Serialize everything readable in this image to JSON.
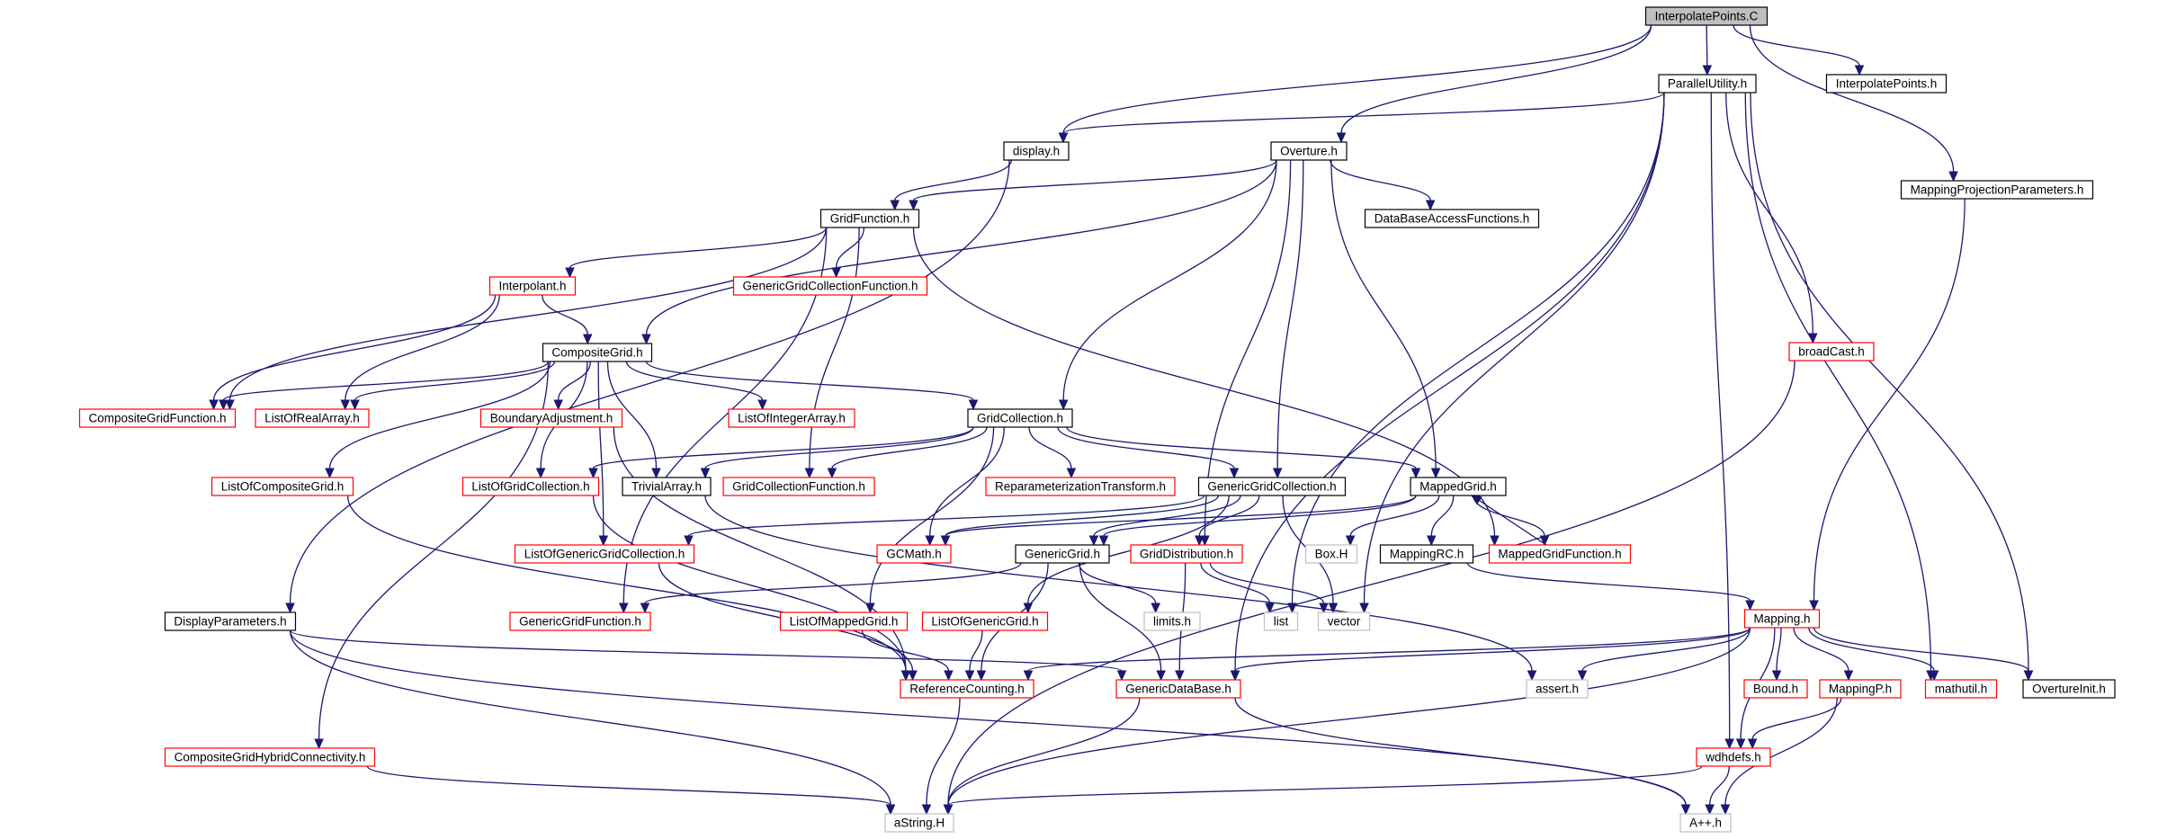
{
  "colors": {
    "edge": "#191970",
    "border_ok": "#000000",
    "border_red": "#ff0000",
    "border_gray": "#bfbfbf",
    "root_fill": "#bfbfbf",
    "node_fill": "#ffffff"
  },
  "graph": {
    "nodes": [
      {
        "id": "interpolatepoints_c",
        "label": "InterpolatePoints.C",
        "style": "root"
      },
      {
        "id": "parallelutility_h",
        "label": "ParallelUtility.h",
        "style": "ok"
      },
      {
        "id": "interpolatepoints_h",
        "label": "InterpolatePoints.h",
        "style": "ok"
      },
      {
        "id": "display_h",
        "label": "display.h",
        "style": "ok"
      },
      {
        "id": "overture_h",
        "label": "Overture.h",
        "style": "ok"
      },
      {
        "id": "mappingprojectionparameters_h",
        "label": "MappingProjectionParameters.h",
        "style": "ok"
      },
      {
        "id": "gridfunction_h",
        "label": "GridFunction.h",
        "style": "ok"
      },
      {
        "id": "databaseaccessfunctions_h",
        "label": "DataBaseAccessFunctions.h",
        "style": "ok"
      },
      {
        "id": "interpolant_h",
        "label": "Interpolant.h",
        "style": "red"
      },
      {
        "id": "genericgridcollectionfunction_h",
        "label": "GenericGridCollectionFunction.h",
        "style": "red"
      },
      {
        "id": "broadcast_h",
        "label": "broadCast.h",
        "style": "red"
      },
      {
        "id": "compositegrid_h",
        "label": "CompositeGrid.h",
        "style": "ok"
      },
      {
        "id": "compositegridfunction_h",
        "label": "CompositeGridFunction.h",
        "style": "red"
      },
      {
        "id": "listofrealarray_h",
        "label": "ListOfRealArray.h",
        "style": "red"
      },
      {
        "id": "boundaryadjustment_h",
        "label": "BoundaryAdjustment.h",
        "style": "red"
      },
      {
        "id": "listofintegerarray_h",
        "label": "ListOfIntegerArray.h",
        "style": "red"
      },
      {
        "id": "gridcollection_h",
        "label": "GridCollection.h",
        "style": "ok"
      },
      {
        "id": "listofcompositegrid_h",
        "label": "ListOfCompositeGrid.h",
        "style": "red"
      },
      {
        "id": "listofgridcollection_h",
        "label": "ListOfGridCollection.h",
        "style": "red"
      },
      {
        "id": "trivialarray_h",
        "label": "TrivialArray.h",
        "style": "ok"
      },
      {
        "id": "gridcollectionfunction_h",
        "label": "GridCollectionFunction.h",
        "style": "red"
      },
      {
        "id": "reparameterizationtransform_h",
        "label": "ReparameterizationTransform.h",
        "style": "red"
      },
      {
        "id": "genericgridcollection_h",
        "label": "GenericGridCollection.h",
        "style": "ok"
      },
      {
        "id": "mappedgrid_h",
        "label": "MappedGrid.h",
        "style": "ok"
      },
      {
        "id": "listofgenericgridcollection_h",
        "label": "ListOfGenericGridCollection.h",
        "style": "red"
      },
      {
        "id": "gcmath_h",
        "label": "GCMath.h",
        "style": "red"
      },
      {
        "id": "genericgrid_h",
        "label": "GenericGrid.h",
        "style": "ok"
      },
      {
        "id": "griddistribution_h",
        "label": "GridDistribution.h",
        "style": "red"
      },
      {
        "id": "box_h",
        "label": "Box.H",
        "style": "gray"
      },
      {
        "id": "mappingrc_h",
        "label": "MappingRC.h",
        "style": "ok"
      },
      {
        "id": "mappedgridfunction_h",
        "label": "MappedGridFunction.h",
        "style": "red"
      },
      {
        "id": "genericgridfunction_h",
        "label": "GenericGridFunction.h",
        "style": "red"
      },
      {
        "id": "displayparameters_h",
        "label": "DisplayParameters.h",
        "style": "ok"
      },
      {
        "id": "listofmappedgrid_h",
        "label": "ListOfMappedGrid.h",
        "style": "red"
      },
      {
        "id": "listofgenericgrid_h",
        "label": "ListOfGenericGrid.h",
        "style": "red"
      },
      {
        "id": "limits_h",
        "label": "limits.h",
        "style": "gray"
      },
      {
        "id": "list",
        "label": "list",
        "style": "gray"
      },
      {
        "id": "vector",
        "label": "vector",
        "style": "gray"
      },
      {
        "id": "mapping_h",
        "label": "Mapping.h",
        "style": "red"
      },
      {
        "id": "referencecounting_h",
        "label": "ReferenceCounting.h",
        "style": "red"
      },
      {
        "id": "genericdatabase_h",
        "label": "GenericDataBase.h",
        "style": "red"
      },
      {
        "id": "assert_h",
        "label": "assert.h",
        "style": "gray"
      },
      {
        "id": "bound_h",
        "label": "Bound.h",
        "style": "red"
      },
      {
        "id": "mappingp_h",
        "label": "MappingP.h",
        "style": "red"
      },
      {
        "id": "mathutil_h",
        "label": "mathutil.h",
        "style": "red"
      },
      {
        "id": "overtureinit_h",
        "label": "OvertureInit.h",
        "style": "ok"
      },
      {
        "id": "compositegridhybridconnectivity_h",
        "label": "CompositeGridHybridConnectivity.h",
        "style": "red"
      },
      {
        "id": "wdhdefs_h",
        "label": "wdhdefs.h",
        "style": "red"
      },
      {
        "id": "astring_h",
        "label": "aString.H",
        "style": "gray"
      },
      {
        "id": "aplusplus_h",
        "label": "A++.h",
        "style": "gray"
      }
    ],
    "edges": [
      [
        "interpolatepoints_c",
        "parallelutility_h"
      ],
      [
        "interpolatepoints_c",
        "interpolatepoints_h"
      ],
      [
        "interpolatepoints_c",
        "display_h"
      ],
      [
        "interpolatepoints_c",
        "overture_h"
      ],
      [
        "interpolatepoints_c",
        "mappingprojectionparameters_h"
      ],
      [
        "parallelutility_h",
        "display_h"
      ],
      [
        "parallelutility_h",
        "broadcast_h"
      ],
      [
        "parallelutility_h",
        "list"
      ],
      [
        "parallelutility_h",
        "vector"
      ],
      [
        "parallelutility_h",
        "genericdatabase_h"
      ],
      [
        "parallelutility_h",
        "mathutil_h"
      ],
      [
        "parallelutility_h",
        "overtureinit_h"
      ],
      [
        "parallelutility_h",
        "wdhdefs_h"
      ],
      [
        "display_h",
        "gridfunction_h"
      ],
      [
        "display_h",
        "displayparameters_h"
      ],
      [
        "overture_h",
        "gridfunction_h"
      ],
      [
        "overture_h",
        "databaseaccessfunctions_h"
      ],
      [
        "overture_h",
        "compositegrid_h"
      ],
      [
        "overture_h",
        "gridcollection_h"
      ],
      [
        "overture_h",
        "genericgridcollection_h"
      ],
      [
        "overture_h",
        "mappedgrid_h"
      ],
      [
        "overture_h",
        "griddistribution_h"
      ],
      [
        "mappingprojectionparameters_h",
        "mapping_h"
      ],
      [
        "gridfunction_h",
        "interpolant_h"
      ],
      [
        "gridfunction_h",
        "genericgridcollectionfunction_h"
      ],
      [
        "gridfunction_h",
        "compositegridfunction_h"
      ],
      [
        "gridfunction_h",
        "genericgridfunction_h"
      ],
      [
        "gridfunction_h",
        "gridcollectionfunction_h"
      ],
      [
        "gridfunction_h",
        "mappedgridfunction_h"
      ],
      [
        "interpolant_h",
        "compositegrid_h"
      ],
      [
        "interpolant_h",
        "compositegridfunction_h"
      ],
      [
        "interpolant_h",
        "listofrealarray_h"
      ],
      [
        "broadcast_h",
        "astring_h"
      ],
      [
        "compositegrid_h",
        "compositegridfunction_h"
      ],
      [
        "compositegrid_h",
        "listofrealarray_h"
      ],
      [
        "compositegrid_h",
        "boundaryadjustment_h"
      ],
      [
        "compositegrid_h",
        "listofintegerarray_h"
      ],
      [
        "compositegrid_h",
        "gridcollection_h"
      ],
      [
        "compositegrid_h",
        "listofcompositegrid_h"
      ],
      [
        "compositegrid_h",
        "listofgridcollection_h"
      ],
      [
        "compositegrid_h",
        "trivialarray_h"
      ],
      [
        "compositegrid_h",
        "listofgenericgridcollection_h"
      ],
      [
        "compositegrid_h",
        "compositegridhybridconnectivity_h"
      ],
      [
        "boundaryadjustment_h",
        "referencecounting_h"
      ],
      [
        "gridcollection_h",
        "listofgridcollection_h"
      ],
      [
        "gridcollection_h",
        "trivialarray_h"
      ],
      [
        "gridcollection_h",
        "gridcollectionfunction_h"
      ],
      [
        "gridcollection_h",
        "reparameterizationtransform_h"
      ],
      [
        "gridcollection_h",
        "genericgridcollection_h"
      ],
      [
        "gridcollection_h",
        "mappedgrid_h"
      ],
      [
        "gridcollection_h",
        "gcmath_h"
      ],
      [
        "gridcollection_h",
        "listofmappedgrid_h"
      ],
      [
        "listofcompositegrid_h",
        "referencecounting_h"
      ],
      [
        "listofgridcollection_h",
        "referencecounting_h"
      ],
      [
        "trivialarray_h",
        "assert_h"
      ],
      [
        "genericgridcollection_h",
        "listofgenericgridcollection_h"
      ],
      [
        "genericgridcollection_h",
        "gcmath_h"
      ],
      [
        "genericgridcollection_h",
        "genericgrid_h"
      ],
      [
        "genericgridcollection_h",
        "griddistribution_h"
      ],
      [
        "genericgridcollection_h",
        "listofgenericgrid_h"
      ],
      [
        "genericgridcollection_h",
        "vector"
      ],
      [
        "mappedgrid_h",
        "gcmath_h"
      ],
      [
        "mappedgrid_h",
        "genericgrid_h"
      ],
      [
        "mappedgrid_h",
        "box_h"
      ],
      [
        "mappedgrid_h",
        "mappingrc_h"
      ],
      [
        "mappedgrid_h",
        "mappedgridfunction_h"
      ],
      [
        "mappedgridfunction_h",
        "mappedgrid_h"
      ],
      [
        "listofgenericgridcollection_h",
        "referencecounting_h"
      ],
      [
        "genericgrid_h",
        "genericgridfunction_h"
      ],
      [
        "genericgrid_h",
        "limits_h"
      ],
      [
        "genericgrid_h",
        "referencecounting_h"
      ],
      [
        "genericgrid_h",
        "genericdatabase_h"
      ],
      [
        "griddistribution_h",
        "list"
      ],
      [
        "griddistribution_h",
        "vector"
      ],
      [
        "griddistribution_h",
        "genericdatabase_h"
      ],
      [
        "mappingrc_h",
        "mapping_h"
      ],
      [
        "displayparameters_h",
        "genericdatabase_h"
      ],
      [
        "displayparameters_h",
        "astring_h"
      ],
      [
        "displayparameters_h",
        "aplusplus_h"
      ],
      [
        "listofmappedgrid_h",
        "referencecounting_h"
      ],
      [
        "listofgenericgrid_h",
        "referencecounting_h"
      ],
      [
        "mapping_h",
        "referencecounting_h"
      ],
      [
        "mapping_h",
        "genericdatabase_h"
      ],
      [
        "mapping_h",
        "assert_h"
      ],
      [
        "mapping_h",
        "bound_h"
      ],
      [
        "mapping_h",
        "mappingp_h"
      ],
      [
        "mapping_h",
        "mathutil_h"
      ],
      [
        "mapping_h",
        "overtureinit_h"
      ],
      [
        "mapping_h",
        "wdhdefs_h"
      ],
      [
        "mapping_h",
        "astring_h"
      ],
      [
        "referencecounting_h",
        "astring_h"
      ],
      [
        "genericdatabase_h",
        "astring_h"
      ],
      [
        "genericdatabase_h",
        "aplusplus_h"
      ],
      [
        "mappingp_h",
        "wdhdefs_h"
      ],
      [
        "mappingp_h",
        "aplusplus_h"
      ],
      [
        "compositegridhybridconnectivity_h",
        "astring_h"
      ],
      [
        "wdhdefs_h",
        "astring_h"
      ],
      [
        "wdhdefs_h",
        "aplusplus_h"
      ]
    ]
  }
}
